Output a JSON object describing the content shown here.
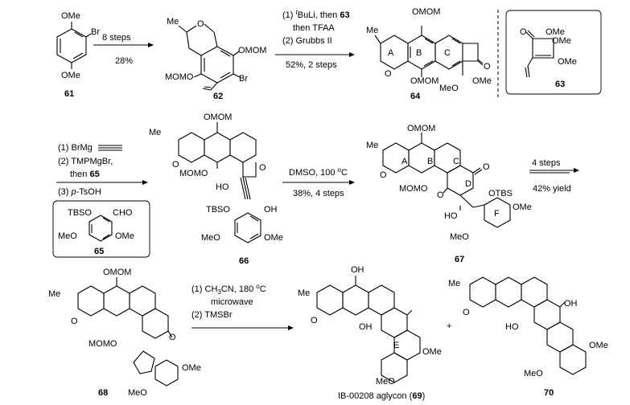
{
  "compounds": {
    "c61": {
      "num": "61",
      "sub1": "OMe",
      "sub2": "Br",
      "sub3": "OMe"
    },
    "c62": {
      "num": "62",
      "me": "Me",
      "o": "O",
      "omom_top": "OMOM",
      "omom_left": "MOMO",
      "br": "Br"
    },
    "c63": {
      "num": "63",
      "o": "O",
      "ome1": "OMe",
      "ome2": "OMe",
      "ome3": "OMe"
    },
    "c64": {
      "num": "64",
      "me": "Me",
      "omom_top": "OMOM",
      "omom_bot": "OMOM",
      "rings": [
        "A",
        "B",
        "C"
      ],
      "o_ring": "O",
      "o_ket": "O",
      "ome": "OMe",
      "meo": "MeO"
    },
    "c65": {
      "num": "65",
      "tbso": "TBSO",
      "cho": "CHO",
      "meo": "MeO",
      "ome": "OMe"
    },
    "c66": {
      "num": "66",
      "me": "Me",
      "omom": "OMOM",
      "momo": "MOMO",
      "o_ring": "O",
      "o_ket": "O",
      "ho": "HO",
      "tbso": "TBSO",
      "oh": "OH",
      "meo": "MeO",
      "ome": "OMe"
    },
    "c67": {
      "num": "67",
      "me": "Me",
      "omom": "OMOM",
      "momo": "MOMO",
      "rings": [
        "A",
        "B",
        "C",
        "D",
        "F"
      ],
      "o_ring": "O",
      "o1": "O",
      "o2": "O",
      "otbs": "OTBS",
      "ho": "HO",
      "ome": "OMe",
      "meo": "MeO"
    },
    "c68": {
      "num": "68",
      "me": "Me",
      "omom": "OMOM",
      "momo": "MOMO",
      "o": "O",
      "o2": "O",
      "ome": "OMe",
      "meo": "MeO"
    },
    "c69": {
      "num_label": "IB-00208 aglycon (",
      "num": "69",
      "close": ")",
      "me": "Me",
      "oh1": "OH",
      "oh2": "OH",
      "o": "O",
      "ring": "E",
      "ome": "OMe",
      "meo": "MeO"
    },
    "c70": {
      "num": "70",
      "me": "Me",
      "oh1": "OH",
      "ho": "HO",
      "o": "O",
      "ome": "OMe",
      "meo": "MeO"
    }
  },
  "arrows": {
    "a1": {
      "top": "8 steps",
      "bottom": "28%"
    },
    "a2": {
      "line1_pre": "(1) ",
      "line1_sup": "t",
      "line1_mid": "BuLi, then ",
      "line1_bold": "63",
      "line2": "then TFAA",
      "line3": "(2) Grubbs II",
      "bottom": "52%, 2 steps"
    },
    "a3": {
      "l1": "(1) BrMg",
      "l2": "(2) TMPMgBr,",
      "l3_pre": "then ",
      "l3_bold": "65",
      "l4_pre": "(3) ",
      "l4_it": "p",
      "l4_post": "-TsOH"
    },
    "a4": {
      "top_pre": "DMSO, 100 ",
      "top_sup": "o",
      "top_post": "C",
      "bottom": "38%, 4 steps"
    },
    "a5": {
      "top": "4 steps",
      "bottom": "42% yield"
    },
    "a6": {
      "l1_pre": "(1) CH",
      "l1_sub": "3",
      "l1_post": "CN, 180 ",
      "l1_sup": "o",
      "l1_end": "C",
      "l2": "microwave",
      "l3": "(2) TMSBr"
    }
  },
  "plus": "+"
}
